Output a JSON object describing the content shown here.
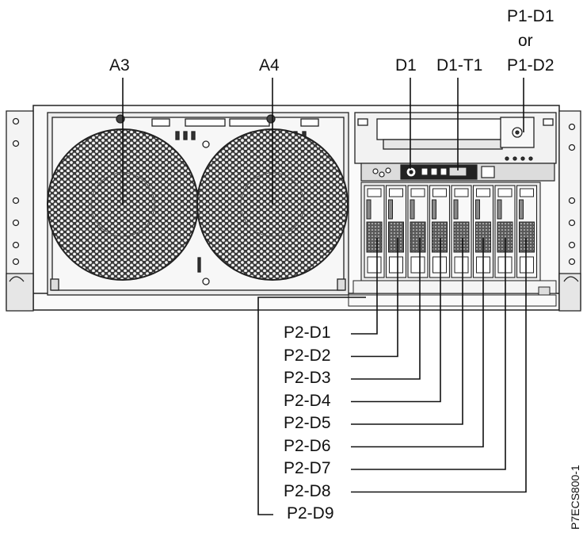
{
  "top_labels": {
    "a3": "A3",
    "a4": "A4",
    "d1": "D1",
    "d1_t1": "D1-T1",
    "p1_line1": "P1-D1",
    "p1_line2": "or",
    "p1_line3": "P1-D2"
  },
  "drive_labels": [
    "P2-D1",
    "P2-D2",
    "P2-D3",
    "P2-D4",
    "P2-D5",
    "P2-D6",
    "P2-D7",
    "P2-D8",
    "P2-D9"
  ],
  "figure_id": "P7ECS800-1"
}
